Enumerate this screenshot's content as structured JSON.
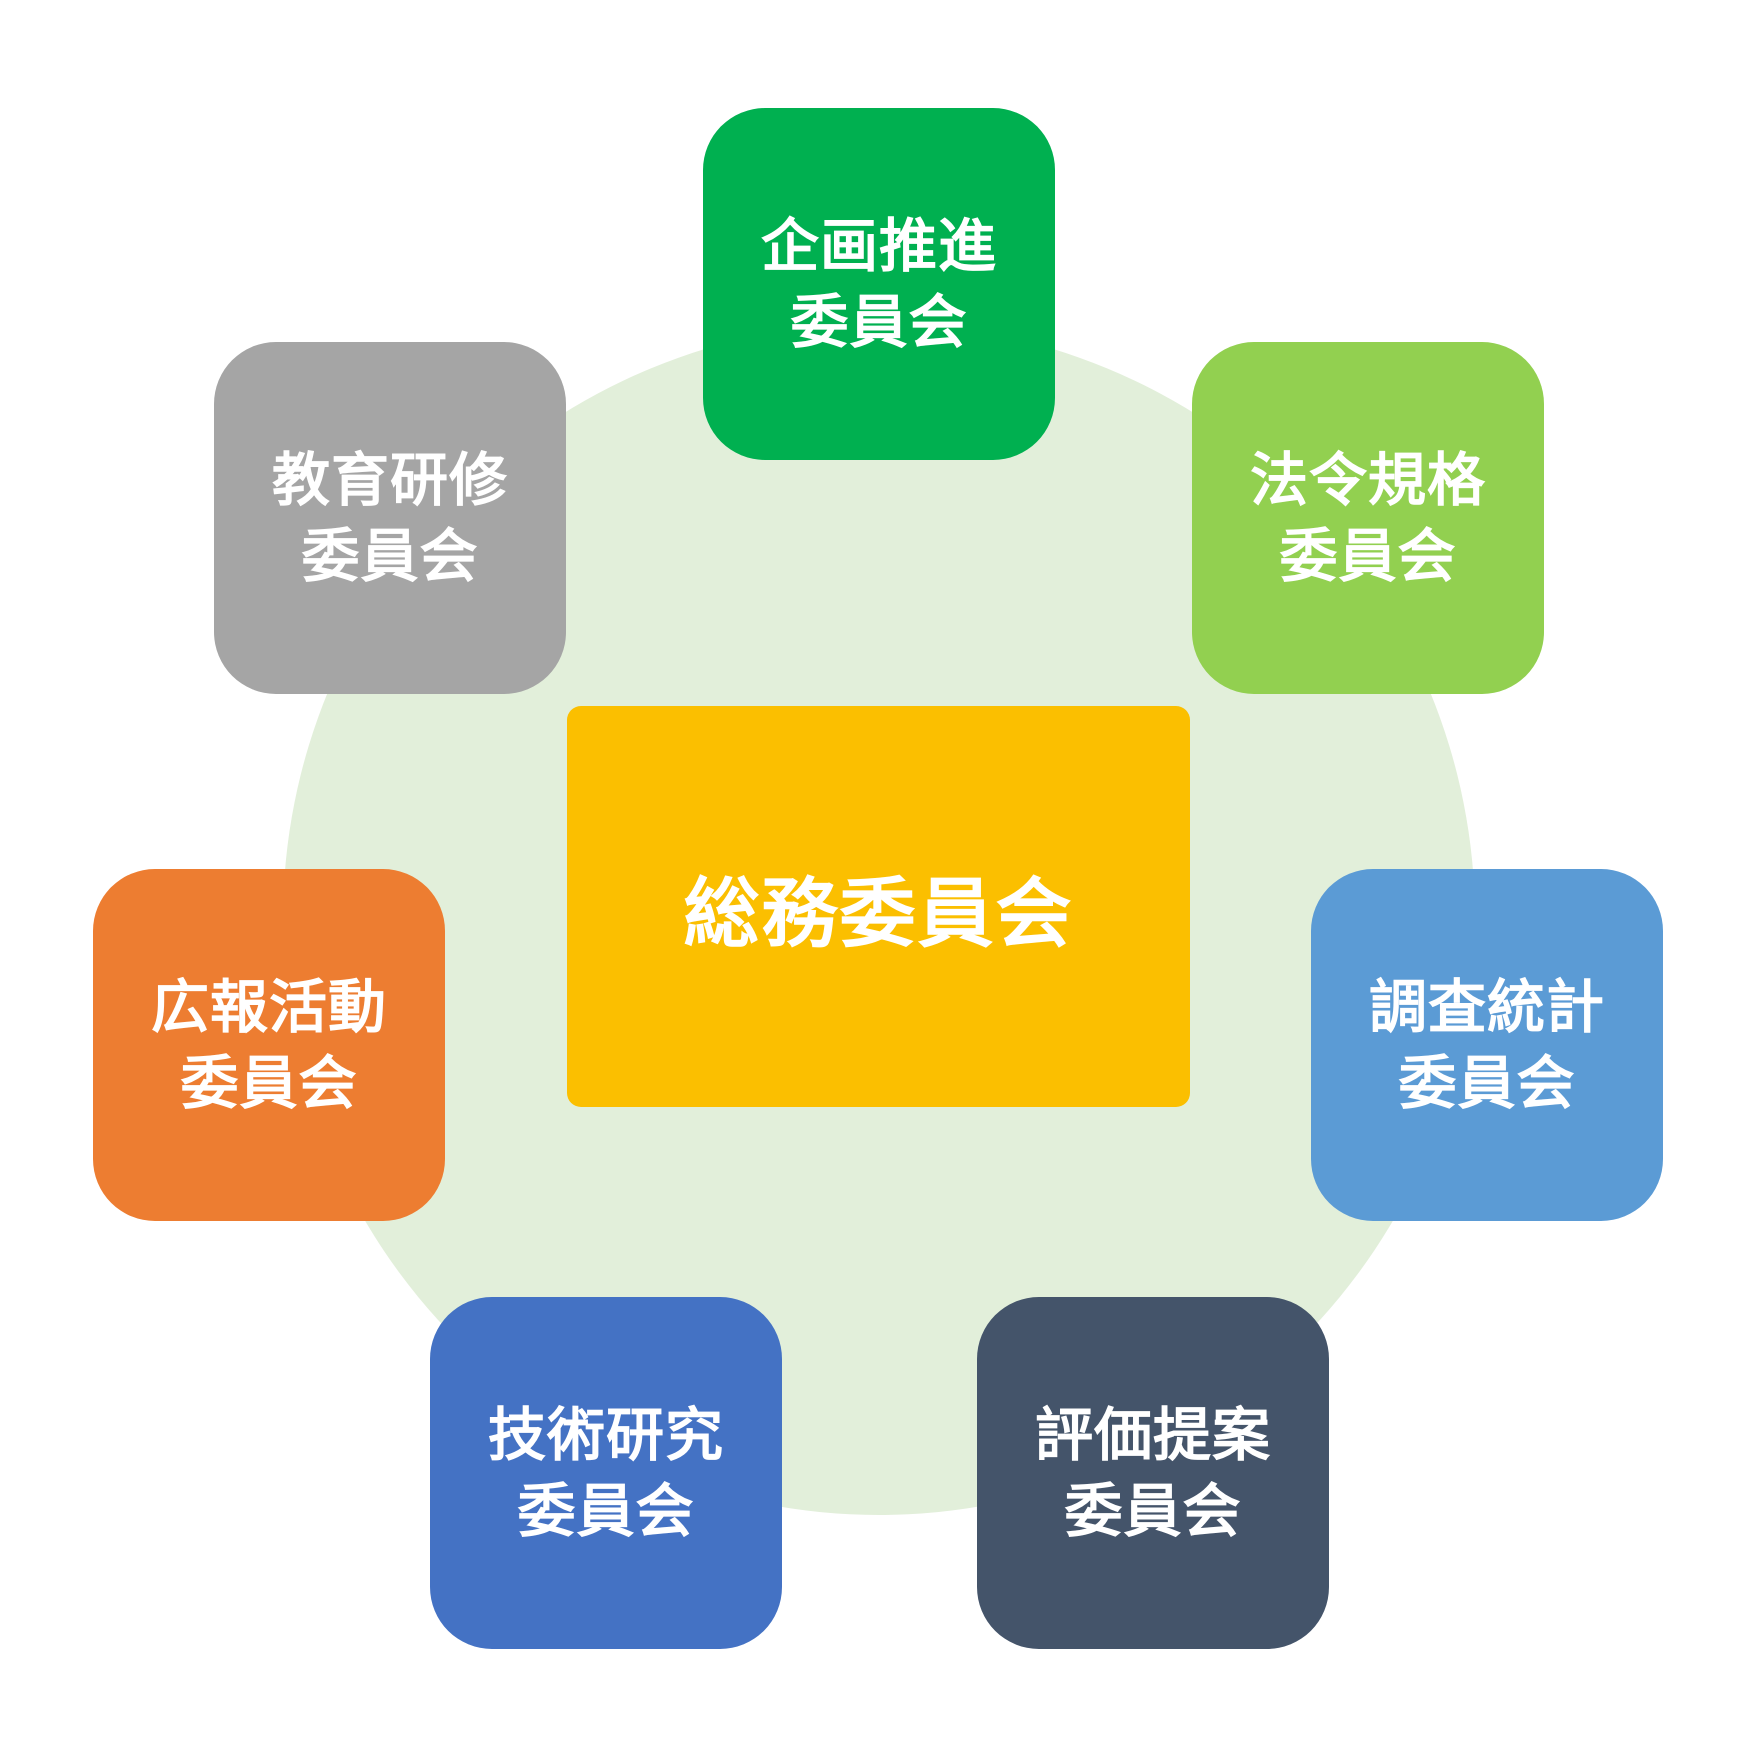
{
  "center": {
    "label": "総務委員会",
    "color": "#fbbf00"
  },
  "background_circle_color": "#e2efda",
  "committees": [
    {
      "line1": "企画推進",
      "line2": "委員会",
      "color": "#00b050"
    },
    {
      "line1": "法令規格",
      "line2": "委員会",
      "color": "#92d050"
    },
    {
      "line1": "調査統計",
      "line2": "委員会",
      "color": "#5b9bd5"
    },
    {
      "line1": "評価提案",
      "line2": "委員会",
      "color": "#44546a"
    },
    {
      "line1": "技術研究",
      "line2": "委員会",
      "color": "#4472c4"
    },
    {
      "line1": "広報活動",
      "line2": "委員会",
      "color": "#ed7d31"
    },
    {
      "line1": "教育研修",
      "line2": "委員会",
      "color": "#a5a5a5"
    }
  ]
}
